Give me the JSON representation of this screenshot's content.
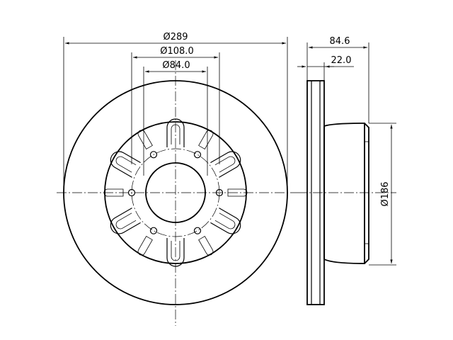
{
  "drawing": {
    "dimensions": {
      "outer_diameter": "Ø289",
      "pcd_diameter": "Ø108.0",
      "center_bore_diameter": "Ø84.0",
      "total_height": "84.6",
      "disc_thickness": "22.0",
      "hat_diameter": "Ø186"
    }
  }
}
